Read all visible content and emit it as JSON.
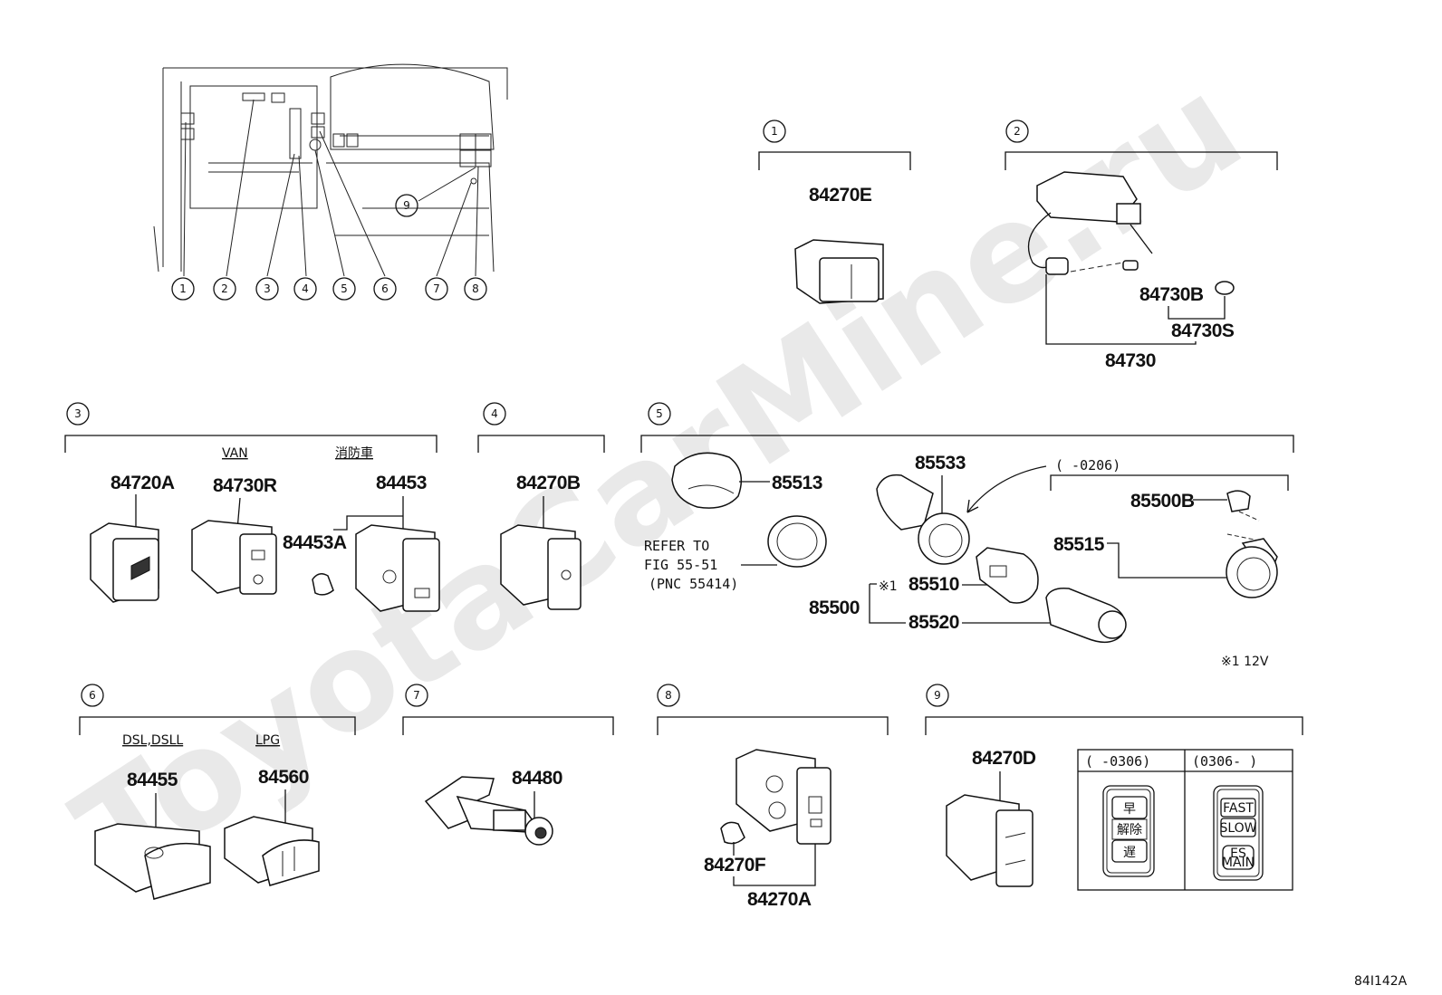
{
  "watermark": "ToyotaCarMine.ru",
  "figure_code": "84I142A",
  "note": "※1 12V",
  "callouts": [
    "1",
    "2",
    "3",
    "4",
    "5",
    "6",
    "7",
    "8",
    "9"
  ],
  "labels": {
    "van": "VAN",
    "fire_truck": "消防車",
    "dsl": "DSL,DSLL",
    "lpg": "LPG",
    "refer_1": "REFER TO",
    "refer_2": "FIG 55-51",
    "refer_3": "(PNC 55414)",
    "range_0206": "(      -0206)",
    "mark_1": "※1",
    "panel_left_head": "(      -0306)",
    "panel_right_head": "(0306-      )",
    "btn_fast_jp": "早",
    "btn_release_jp": "解除",
    "btn_slow_jp": "遅",
    "btn_fast": "FAST",
    "btn_slow": "SLOW",
    "btn_es_1": "ES",
    "btn_es_2": "MAIN"
  },
  "parts": {
    "p84270E": "84270E",
    "p84730B": "84730B",
    "p84730S": "84730S",
    "p84730": "84730",
    "p84720A": "84720A",
    "p84730R": "84730R",
    "p84453": "84453",
    "p84453A": "84453A",
    "p84270B": "84270B",
    "p85513": "85513",
    "p85533": "85533",
    "p85500B": "85500B",
    "p85515": "85515",
    "p85510": "85510",
    "p85500": "85500",
    "p85520": "85520",
    "p84455": "84455",
    "p84560": "84560",
    "p84480": "84480",
    "p84270F": "84270F",
    "p84270A": "84270A",
    "p84270D": "84270D"
  }
}
